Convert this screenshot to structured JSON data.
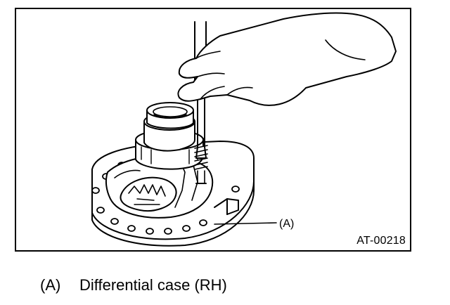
{
  "figure": {
    "code": "AT-00218",
    "callout_label": "(A)"
  },
  "caption": {
    "key": "(A)",
    "text": "Differential case (RH)"
  },
  "icons": [
    "hand-illustration",
    "tool-rod-illustration",
    "differential-case-illustration"
  ]
}
